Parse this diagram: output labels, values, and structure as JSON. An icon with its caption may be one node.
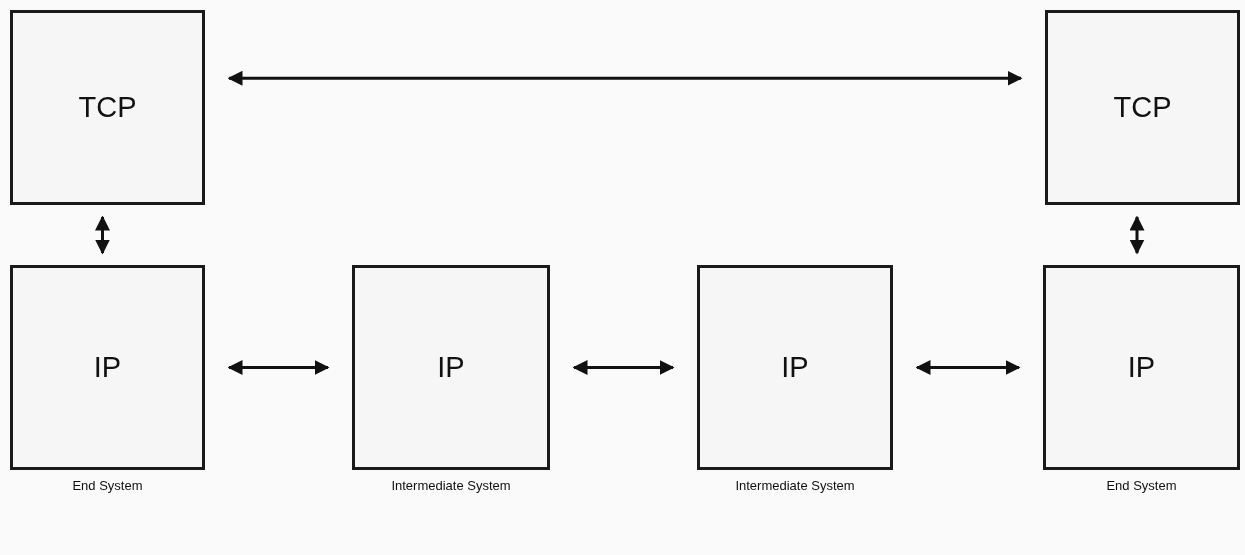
{
  "diagram": {
    "nodes": [
      {
        "text": [
          "TCP"
        ]
      },
      {
        "text": [
          "TCP"
        ]
      },
      {
        "text": [
          "IP"
        ],
        "beside": [
          "End System"
        ]
      },
      {
        "text": [
          "IP"
        ],
        "beside": [
          "Intermediate System"
        ]
      },
      {
        "text": [
          "IP"
        ],
        "beside": [
          "Intermediate System"
        ]
      },
      {
        "text": [
          "IP"
        ],
        "beside": [
          "End System"
        ]
      }
    ],
    "edges": [
      {
        "from": 0,
        "to": 1,
        "arrow": "both"
      },
      {
        "from": 0,
        "to": 2,
        "arrow": "both"
      },
      {
        "from": 1,
        "to": 5,
        "arrow": "both"
      },
      {
        "from": 2,
        "to": 3,
        "arrow": "both"
      },
      {
        "from": 3,
        "to": 4,
        "arrow": "both"
      },
      {
        "from": 4,
        "to": 5,
        "arrow": "both"
      }
    ]
  }
}
